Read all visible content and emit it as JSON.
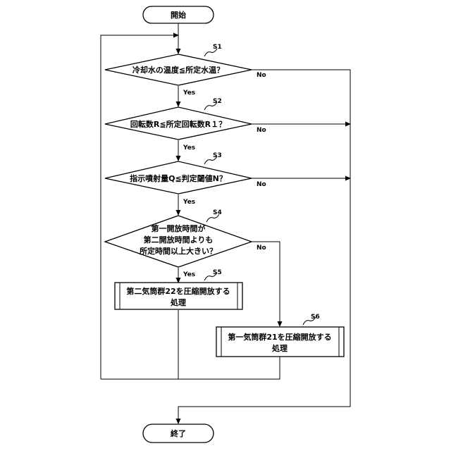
{
  "terminals": {
    "start": "開始",
    "end": "終了"
  },
  "steps": {
    "s1": {
      "id": "S1",
      "lines": [
        "冷却水の温度≦所定水温？"
      ]
    },
    "s2": {
      "id": "S2",
      "lines": [
        "回転数R≦所定回転数R１？"
      ]
    },
    "s3": {
      "id": "S3",
      "lines": [
        "指示噴射量Q≦判定閾値N？"
      ]
    },
    "s4": {
      "id": "S4",
      "lines": [
        "第一開放時間が",
        "第二開放時間よりも",
        "所定時間以上大きい？"
      ]
    },
    "s5": {
      "id": "S5",
      "lines": [
        "第二気筒群22を圧縮開放する",
        "処理"
      ]
    },
    "s6": {
      "id": "S6",
      "lines": [
        "第一気筒群21を圧縮開放する",
        "処理"
      ]
    }
  },
  "branch_labels": {
    "yes": "Yes",
    "no": "No"
  }
}
